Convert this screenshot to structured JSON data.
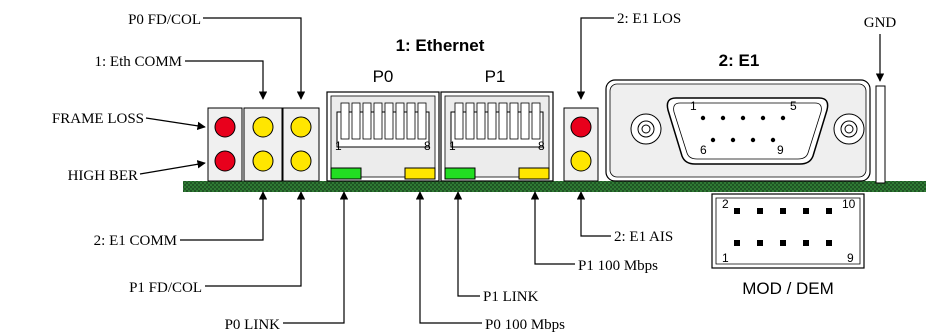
{
  "headings": {
    "ethernet": "1: Ethernet",
    "p0": "P0",
    "p1": "P1",
    "e1": "2: E1",
    "gnd": "GND",
    "mod_dem": "MOD / DEM"
  },
  "rj45_pins": {
    "first": "1",
    "last": "8"
  },
  "db9_pins": {
    "p1": "1",
    "p5": "5",
    "p6": "6",
    "p9": "9"
  },
  "header_pins": {
    "p2": "2",
    "p10": "10",
    "p1": "1",
    "p9": "9"
  },
  "callouts": {
    "p0_fd_col": "P0 FD/COL",
    "eth_comm": "1: Eth COMM",
    "frame_loss": "FRAME LOSS",
    "high_ber": "HIGH BER",
    "e1_comm": "2: E1 COMM",
    "p1_fd_col": "P1 FD/COL",
    "p0_link": "P0 LINK",
    "p0_100": "P0 100 Mbps",
    "p1_link": "P1 LINK",
    "p1_100": "P1 100 Mbps",
    "e1_ais": "2: E1 AIS",
    "e1_los": "2: E1 LOS"
  },
  "colors": {
    "led_red": "#e8001c",
    "led_yellow": "#ffe600",
    "link_green": "#22dd22",
    "speed_yellow": "#ffe600",
    "board_green": "#2e7d32",
    "board_dark": "#1b3d1b",
    "connector_gray": "#d9d9d9"
  },
  "icons": [
    "led-indicator",
    "rj45-port",
    "db9-connector",
    "pin-header",
    "ground-pin",
    "callout-arrow"
  ]
}
